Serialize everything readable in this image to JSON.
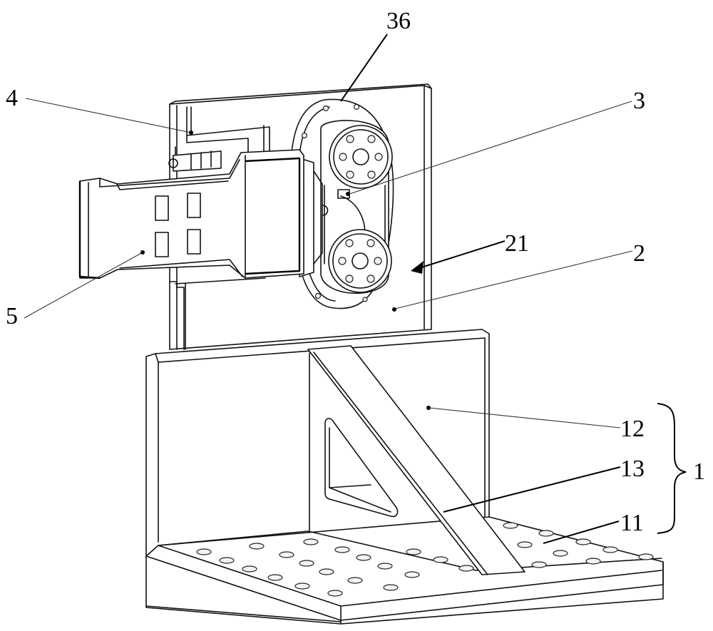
{
  "figure": {
    "type": "patent-line-drawing",
    "subject": "fixture assembly with angle-plate base, mounting plate, rotary roller unit and handheld device"
  },
  "labels": [
    {
      "id": "36",
      "text": "36",
      "part": "flange"
    },
    {
      "id": "4",
      "text": "4",
      "part": "bracket"
    },
    {
      "id": "3",
      "text": "3",
      "part": "roller-unit"
    },
    {
      "id": "21",
      "text": "21",
      "part": "mounting-side-arrow"
    },
    {
      "id": "2",
      "text": "2",
      "part": "mounting-plate"
    },
    {
      "id": "5",
      "text": "5",
      "part": "handheld-device"
    },
    {
      "id": "12",
      "text": "12",
      "part": "vertical-wall"
    },
    {
      "id": "13",
      "text": "13",
      "part": "rib"
    },
    {
      "id": "11",
      "text": "11",
      "part": "base-plate"
    },
    {
      "id": "1",
      "text": "1",
      "part": "base-assembly"
    }
  ]
}
